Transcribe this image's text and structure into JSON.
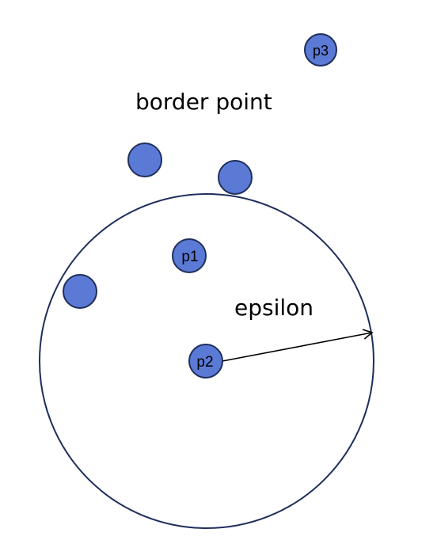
{
  "labels": {
    "border_point": "border point",
    "epsilon": "epsilon"
  },
  "points": {
    "p1": "p1",
    "p2": "p2",
    "p3": "p3"
  },
  "colors": {
    "point_fill": "#5b7ad6",
    "point_stroke": "#1f2f5c",
    "circle_stroke": "#1f2f5c",
    "arrow": "#000000",
    "background": "#ffffff"
  }
}
